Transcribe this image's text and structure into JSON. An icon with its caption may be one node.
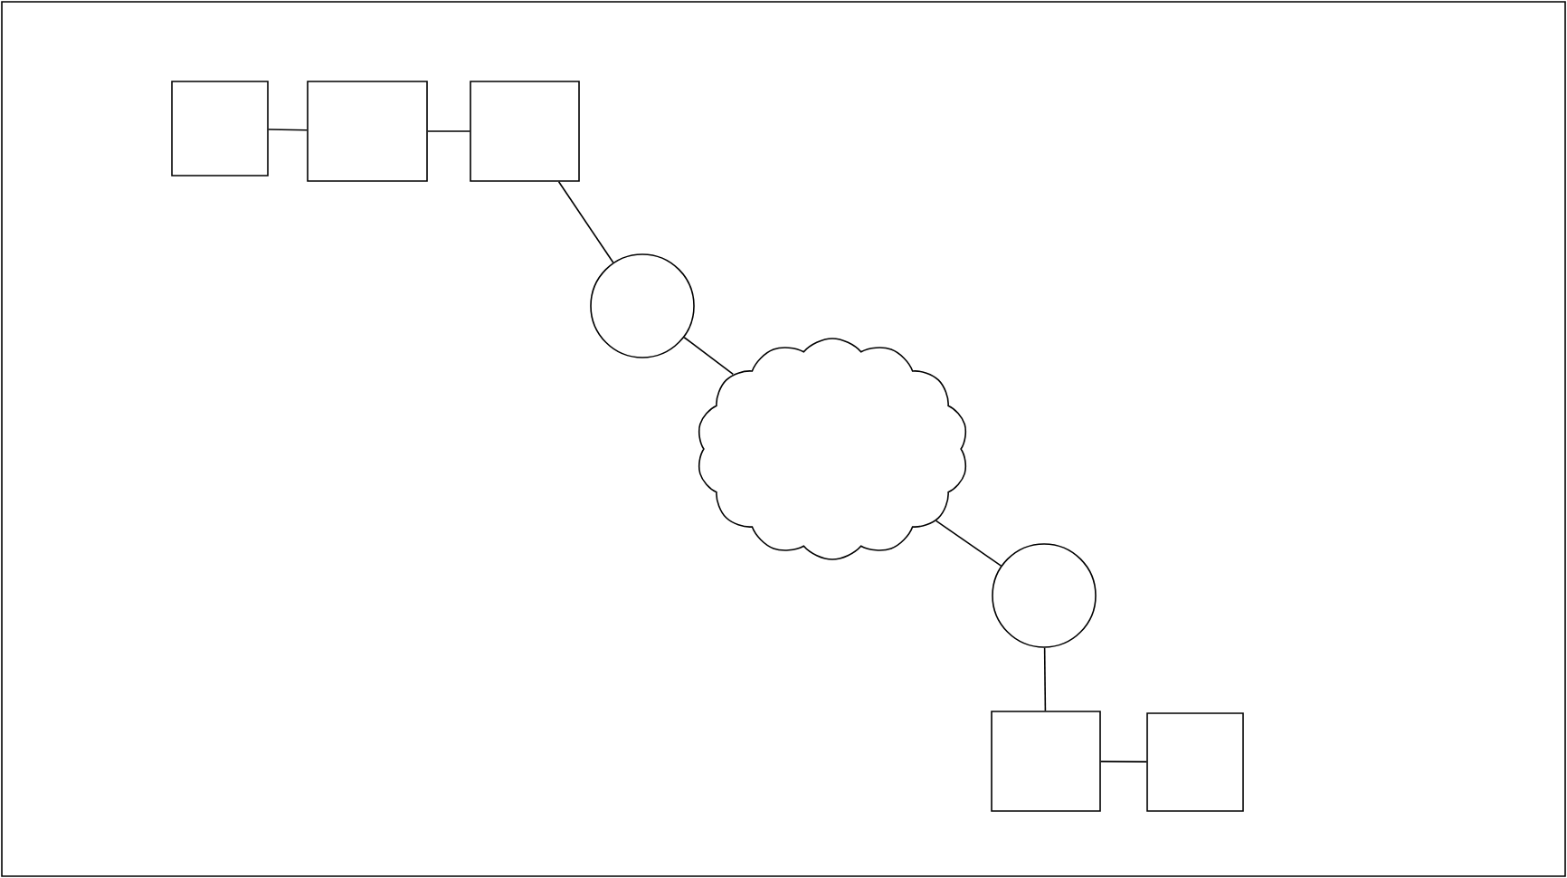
{
  "diagram": {
    "nodes": [
      {
        "text": [],
        "shape": "box"
      },
      {
        "text": [],
        "shape": "box"
      },
      {
        "text": [],
        "shape": "box"
      },
      {
        "text": [],
        "shape": "circle"
      },
      {
        "text": [],
        "shape": "cloud"
      },
      {
        "text": [],
        "shape": "circle"
      },
      {
        "text": [],
        "shape": "box"
      },
      {
        "text": [],
        "shape": "box"
      }
    ],
    "edges": [
      {
        "from": 0,
        "to": 1,
        "arrow": "none"
      },
      {
        "from": 1,
        "to": 2,
        "arrow": "none"
      },
      {
        "from": 2,
        "to": 3,
        "arrow": "none"
      },
      {
        "from": 3,
        "to": 4,
        "arrow": "none"
      },
      {
        "from": 4,
        "to": 5,
        "arrow": "none"
      },
      {
        "from": 5,
        "to": 6,
        "arrow": "none"
      },
      {
        "from": 6,
        "to": 7,
        "arrow": "none"
      }
    ]
  }
}
